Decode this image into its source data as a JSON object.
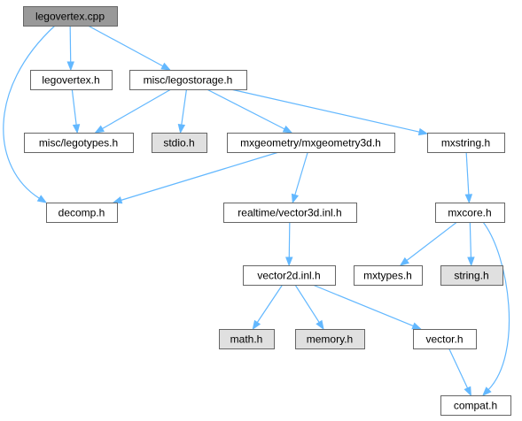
{
  "graph": {
    "colors": {
      "root_fill": "#999999",
      "node_fill": "#ffffff",
      "system_fill": "#e0e0e0",
      "border": "#666666",
      "edge": "#63b8ff"
    },
    "nodes": [
      {
        "id": "legovertex_cpp",
        "label": "legovertex.cpp",
        "kind": "root"
      },
      {
        "id": "legovertex_h",
        "label": "legovertex.h",
        "kind": "normal"
      },
      {
        "id": "legostorage_h",
        "label": "misc/legostorage.h",
        "kind": "normal"
      },
      {
        "id": "legotypes_h",
        "label": "misc/legotypes.h",
        "kind": "normal"
      },
      {
        "id": "stdio_h",
        "label": "stdio.h",
        "kind": "system"
      },
      {
        "id": "mxgeometry3d_h",
        "label": "mxgeometry/mxgeometry3d.h",
        "kind": "normal"
      },
      {
        "id": "mxstring_h",
        "label": "mxstring.h",
        "kind": "normal"
      },
      {
        "id": "decomp_h",
        "label": "decomp.h",
        "kind": "normal"
      },
      {
        "id": "vector3d_inl_h",
        "label": "realtime/vector3d.inl.h",
        "kind": "normal"
      },
      {
        "id": "mxcore_h",
        "label": "mxcore.h",
        "kind": "normal"
      },
      {
        "id": "vector2d_inl_h",
        "label": "vector2d.inl.h",
        "kind": "normal"
      },
      {
        "id": "mxtypes_h",
        "label": "mxtypes.h",
        "kind": "normal"
      },
      {
        "id": "string_h",
        "label": "string.h",
        "kind": "system"
      },
      {
        "id": "math_h",
        "label": "math.h",
        "kind": "system"
      },
      {
        "id": "memory_h",
        "label": "memory.h",
        "kind": "system"
      },
      {
        "id": "vector_h",
        "label": "vector.h",
        "kind": "normal"
      },
      {
        "id": "compat_h",
        "label": "compat.h",
        "kind": "normal"
      }
    ],
    "edges": [
      [
        "legovertex_cpp",
        "legovertex_h"
      ],
      [
        "legovertex_cpp",
        "legostorage_h"
      ],
      [
        "legovertex_cpp",
        "decomp_h"
      ],
      [
        "legovertex_h",
        "legotypes_h"
      ],
      [
        "legostorage_h",
        "legotypes_h"
      ],
      [
        "legostorage_h",
        "stdio_h"
      ],
      [
        "legostorage_h",
        "mxgeometry3d_h"
      ],
      [
        "legostorage_h",
        "mxstring_h"
      ],
      [
        "mxgeometry3d_h",
        "decomp_h"
      ],
      [
        "mxgeometry3d_h",
        "vector3d_inl_h"
      ],
      [
        "mxstring_h",
        "mxcore_h"
      ],
      [
        "vector3d_inl_h",
        "vector2d_inl_h"
      ],
      [
        "mxcore_h",
        "mxtypes_h"
      ],
      [
        "mxcore_h",
        "string_h"
      ],
      [
        "mxcore_h",
        "compat_h"
      ],
      [
        "vector2d_inl_h",
        "math_h"
      ],
      [
        "vector2d_inl_h",
        "memory_h"
      ],
      [
        "vector2d_inl_h",
        "vector_h"
      ],
      [
        "vector_h",
        "compat_h"
      ]
    ]
  }
}
